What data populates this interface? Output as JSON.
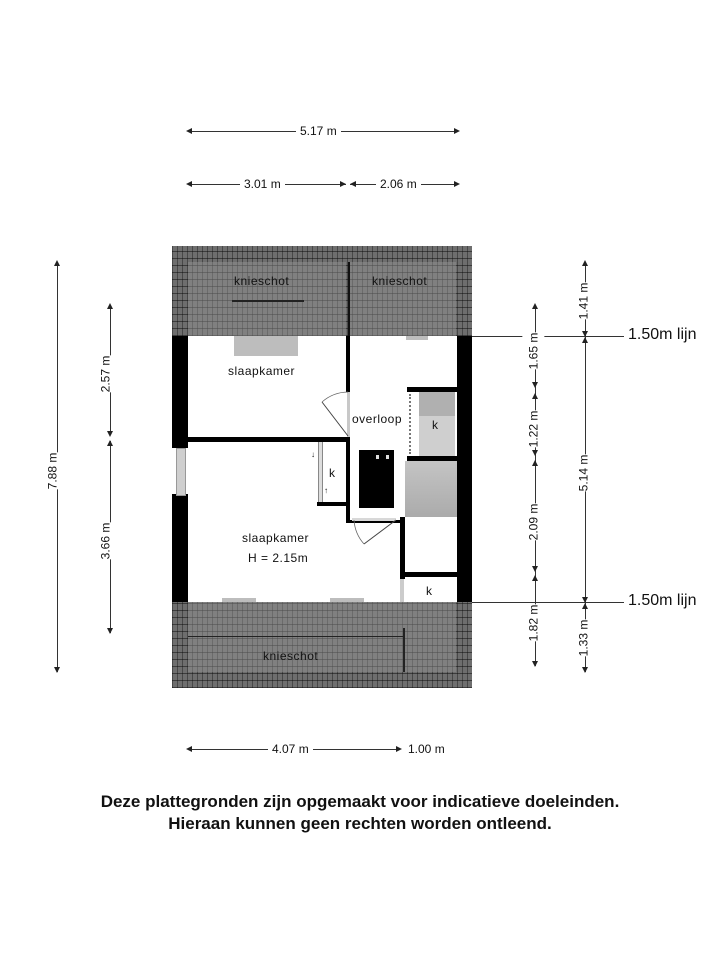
{
  "floorplan": {
    "rooms": [
      {
        "id": "slaapkamer-1",
        "label": "slaapkamer"
      },
      {
        "id": "slaapkamer-2",
        "label": "slaapkamer",
        "height_label": "H = 2.15m"
      },
      {
        "id": "overloop",
        "label": "overloop"
      },
      {
        "id": "kast-1",
        "label": "k"
      },
      {
        "id": "kast-2",
        "label": "k"
      },
      {
        "id": "kast-3",
        "label": "k"
      }
    ],
    "knieschot": [
      {
        "id": "knieschot-top-left",
        "label": "knieschot"
      },
      {
        "id": "knieschot-top-right",
        "label": "knieschot"
      },
      {
        "id": "knieschot-bottom",
        "label": "knieschot"
      }
    ],
    "lines_150": [
      {
        "label": "1.50m lijn"
      },
      {
        "label": "1.50m lijn"
      }
    ]
  },
  "dimensions": {
    "top_total": "5.17 m",
    "top_left": "3.01 m",
    "top_right": "2.06 m",
    "bottom_left": "4.07 m",
    "bottom_right": "1.00 m",
    "left_total": "7.88 m",
    "left_upper": "2.57 m",
    "left_lower": "3.66 m",
    "right_inner": [
      "1.65 m",
      "1.22 m",
      "2.09 m",
      "1.82 m"
    ],
    "right_outer": [
      "1.41 m",
      "5.14 m",
      "1.33 m"
    ]
  },
  "disclaimer": {
    "line1": "Deze plattegronden zijn opgemaakt voor indicatieve doeleinden.",
    "line2": "Hieraan kunnen geen rechten worden ontleend."
  }
}
